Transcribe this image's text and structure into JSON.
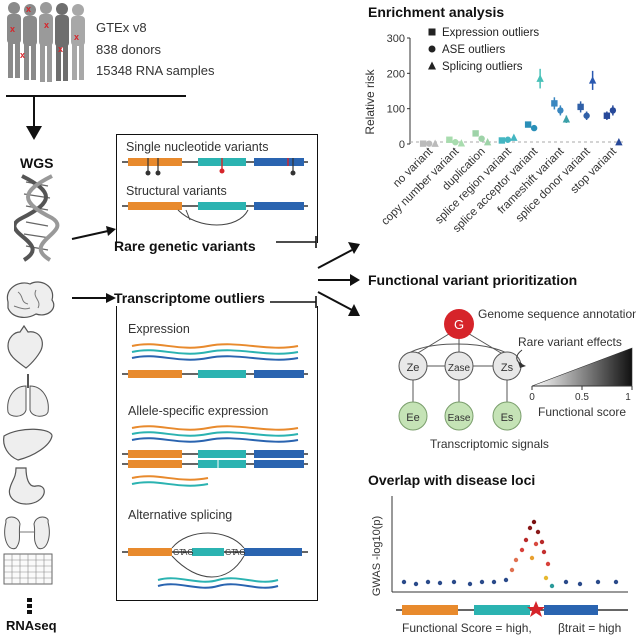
{
  "gtex": {
    "title": "GTEx v8",
    "donors": "838 donors",
    "samples": "15348 RNA samples"
  },
  "pipeline": {
    "wgs": "WGS",
    "rnaseq": "RNAseq",
    "rare_variants": "Rare genetic variants",
    "transcriptome_outliers": "Transcriptome outliers"
  },
  "variant_box": {
    "snv": "Single nucleotide variants",
    "sv": "Structural variants"
  },
  "outlier_box": {
    "expression": "Expression",
    "ase": "Allele-specific expression",
    "splicing": "Alternative splicing",
    "gt1": "GT",
    "ag1": "AG",
    "gt2": "GT",
    "ag2": "AG"
  },
  "enrichment": {
    "title": "Enrichment analysis",
    "legend": [
      "Expression outliers",
      "ASE outliers",
      "Splicing outliers"
    ],
    "ylabel": "Relative risk"
  },
  "chart_data": {
    "type": "scatter",
    "title": "Enrichment analysis",
    "ylabel": "Relative risk",
    "ylim": [
      0,
      300
    ],
    "yticks": [
      0,
      100,
      200,
      300
    ],
    "categories": [
      "no variant",
      "copy number variant",
      "duplication",
      "splice region variant",
      "splice acceptor variant",
      "frameshift variant",
      "splice donor variant",
      "stop variant"
    ],
    "series": [
      {
        "name": "Expression outliers",
        "marker": "square",
        "values": [
          1,
          12,
          30,
          10,
          55,
          115,
          105,
          80
        ]
      },
      {
        "name": "ASE outliers",
        "marker": "circle",
        "values": [
          1,
          5,
          15,
          12,
          45,
          95,
          80,
          95
        ]
      },
      {
        "name": "Splicing outliers",
        "marker": "triangle",
        "values": [
          1,
          2,
          5,
          18,
          185,
          70,
          180,
          5
        ]
      }
    ]
  },
  "prioritization": {
    "title": "Functional variant prioritization",
    "g_label": "G",
    "genome": "Genome sequence annotations",
    "rare_effects": "Rare variant effects",
    "z_e": "Ze",
    "z_ase": "Zase",
    "z_s": "Zs",
    "e_e": "Ee",
    "e_ase": "Ease",
    "e_s": "Es",
    "signals": "Transcriptomic signals",
    "scale_min": "0",
    "scale_mid": "0.5",
    "scale_max": "1",
    "functional_score": "Functional score"
  },
  "overlap": {
    "title": "Overlap with disease loci",
    "ylabel": "GWAS -log10(p)",
    "caption_left": "Functional Score = high,",
    "caption_right": "βtrait = high"
  },
  "colors": {
    "orange": "#e88a2d",
    "teal": "#2bb3b1",
    "blue": "#2a64b0",
    "red": "#d6242a",
    "green_node": "#c5e3b6",
    "gray_node": "#e8e8e8"
  }
}
